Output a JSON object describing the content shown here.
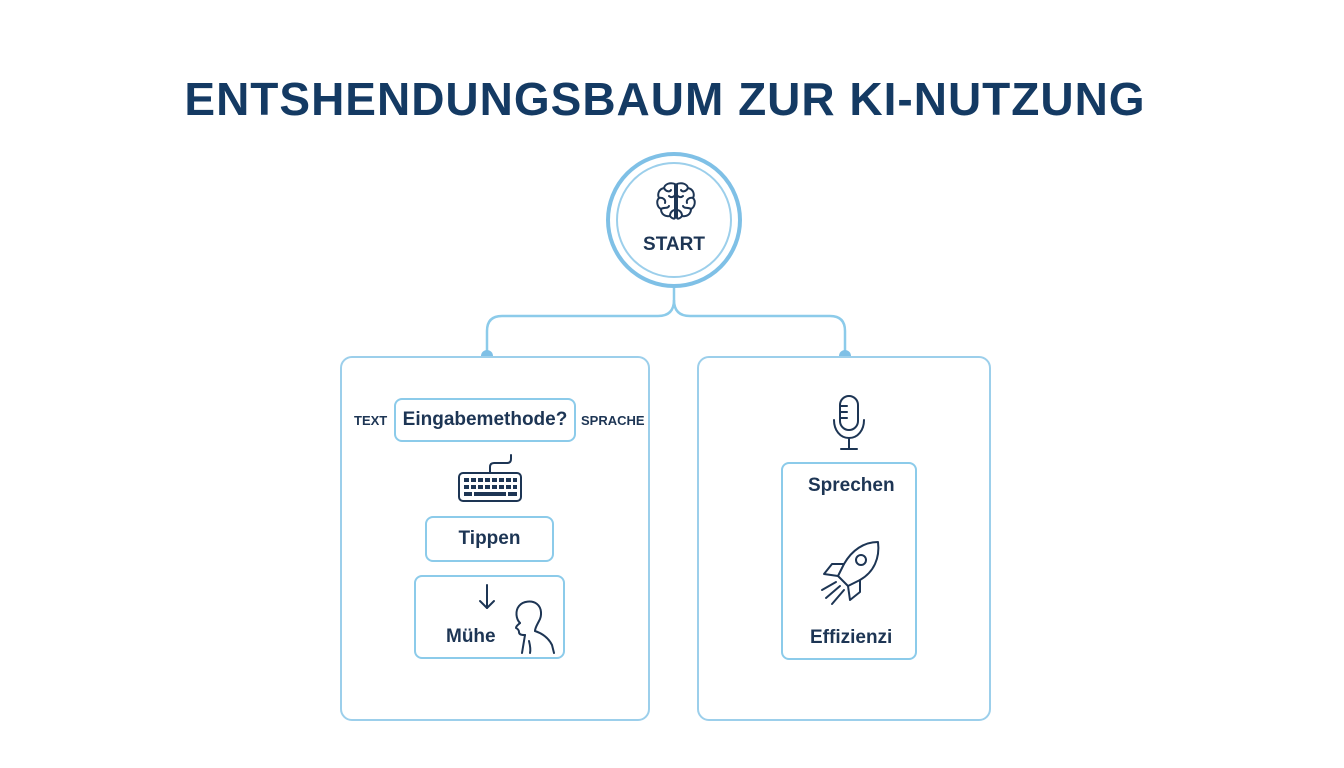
{
  "title": "ENTSHENDUNGSBAUM ZUR KI-NUTZUNG",
  "start": {
    "label": "START",
    "icon": "brain-icon"
  },
  "left_panel": {
    "question": "Eingabemethode?",
    "option_left": "TEXT",
    "option_right": "SPRACHE",
    "keyboard_icon": "keyboard-icon",
    "action": "Tippen",
    "arrow_icon": "arrow-down-icon",
    "person_icon": "person-icon",
    "result": "Mühe"
  },
  "right_panel": {
    "microphone_icon": "microphone-icon",
    "action": "Sprechen",
    "rocket_icon": "rocket-icon",
    "result": "Effizienzi"
  },
  "colors": {
    "title": "#143a63",
    "text": "#1d3554",
    "line": "#8ccbea",
    "node_dot": "#7fc0e6"
  }
}
